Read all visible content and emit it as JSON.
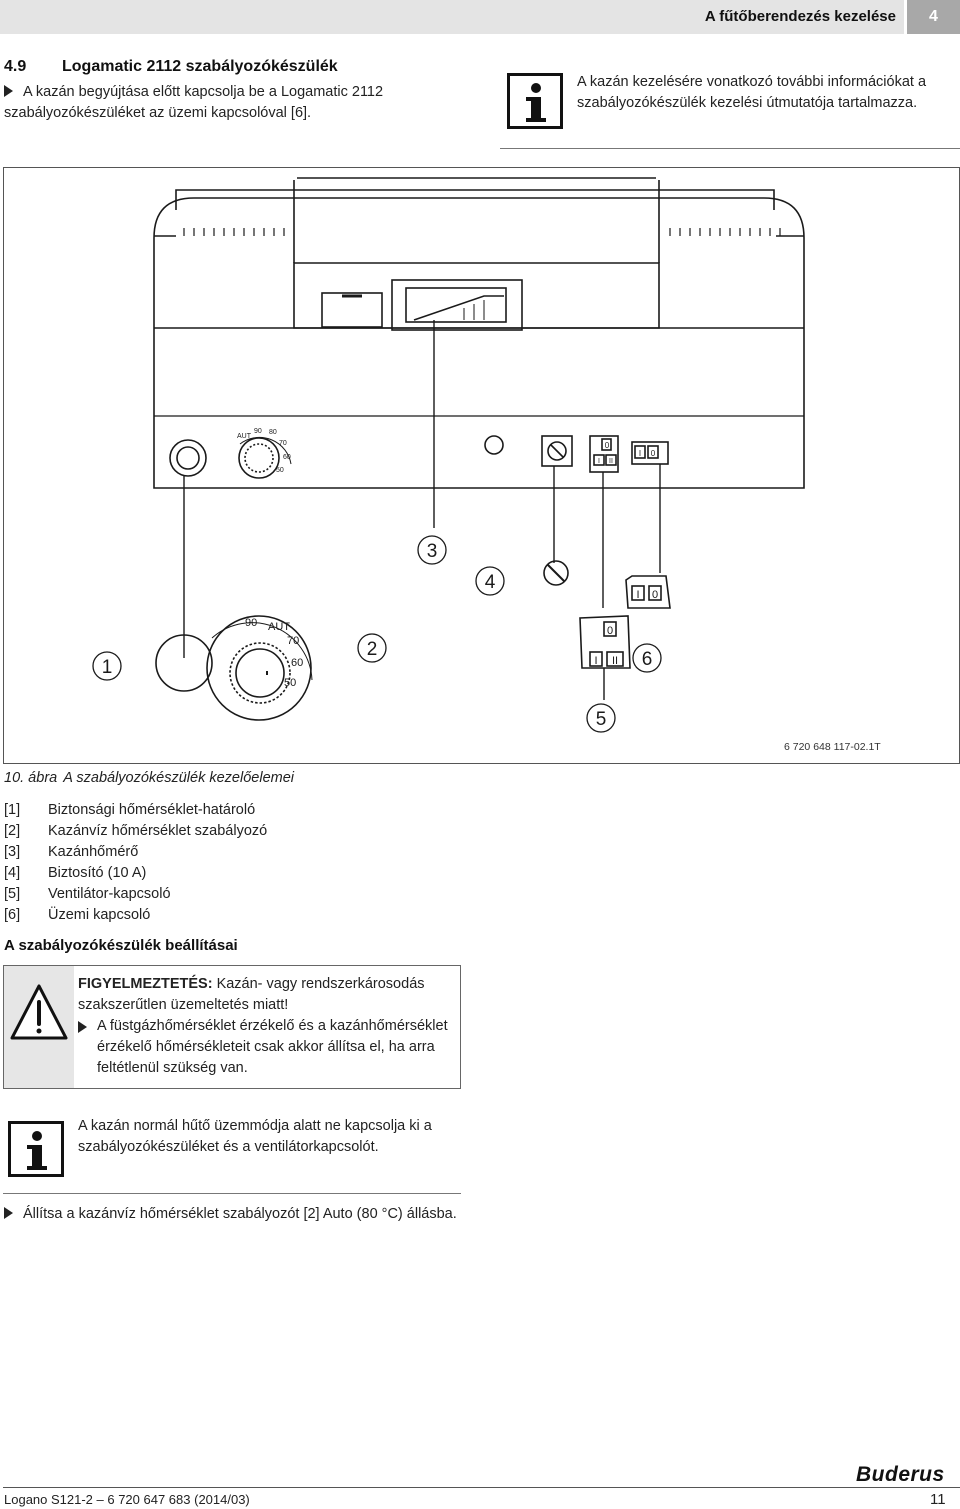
{
  "header": {
    "title": "A fűtőberendezés kezelése",
    "chapter": "4"
  },
  "section": {
    "number": "4.9",
    "title": "Logamatic 2112 szabályozókészülék",
    "intro_step": "A kazán begyújtása előtt kapcsolja be a Logamatic 2112 szabályozókészüléket az üzemi kapcsolóval [6]."
  },
  "info_1": "A kazán kezelésére vonatkozó további információkat a szabályozókészülék kezelési útmutatója tartalmazza.",
  "figure": {
    "code": "6 720 648 117-02.1T",
    "callouts": [
      "1",
      "2",
      "3",
      "4",
      "5",
      "6"
    ],
    "dial_small": [
      "AUT",
      "90",
      "80",
      "70",
      "60",
      "50"
    ],
    "dial_large": [
      "90",
      "AUT",
      "70",
      "60",
      "50"
    ],
    "switch_marks": {
      "zero": "0",
      "one": "I",
      "two": "II"
    }
  },
  "caption": {
    "label": "10. ábra",
    "text": "A szabályozókészülék kezelőelemei"
  },
  "legend": [
    {
      "key": "[1]",
      "text": "Biztonsági hőmérséklet-határoló"
    },
    {
      "key": "[2]",
      "text": "Kazánvíz hőmérséklet szabályozó"
    },
    {
      "key": "[3]",
      "text": "Kazánhőmérő"
    },
    {
      "key": "[4]",
      "text": "Biztosító (10 A)"
    },
    {
      "key": "[5]",
      "text": "Ventilátor-kapcsoló"
    },
    {
      "key": "[6]",
      "text": "Üzemi kapcsoló"
    }
  ],
  "settings_heading": "A szabályozókészülék beállításai",
  "warning": {
    "label": "FIGYELMEZTETÉS:",
    "text": "Kazán- vagy rendszerkárosodás szakszerűtlen üzemeltetés miatt!",
    "step": "A füstgázhőmérséklet érzékelő és a kazánhőmérséklet érzékelő hőmérsékleteit csak akkor állítsa el, ha arra feltétlenül szükség van."
  },
  "info_2": "A kazán normál hűtő üzemmódja alatt ne kapcsolja ki a szabályozókészüléket és a ventilátorkapcsolót.",
  "final_step": "Állítsa a kazánvíz hőmérséklet szabályozót [2] Auto (80 °C) állásba.",
  "footer": {
    "doc": "Logano S121-2 – 6 720 647 683 (2014/03)",
    "page": "11",
    "brand": "Buderus"
  }
}
